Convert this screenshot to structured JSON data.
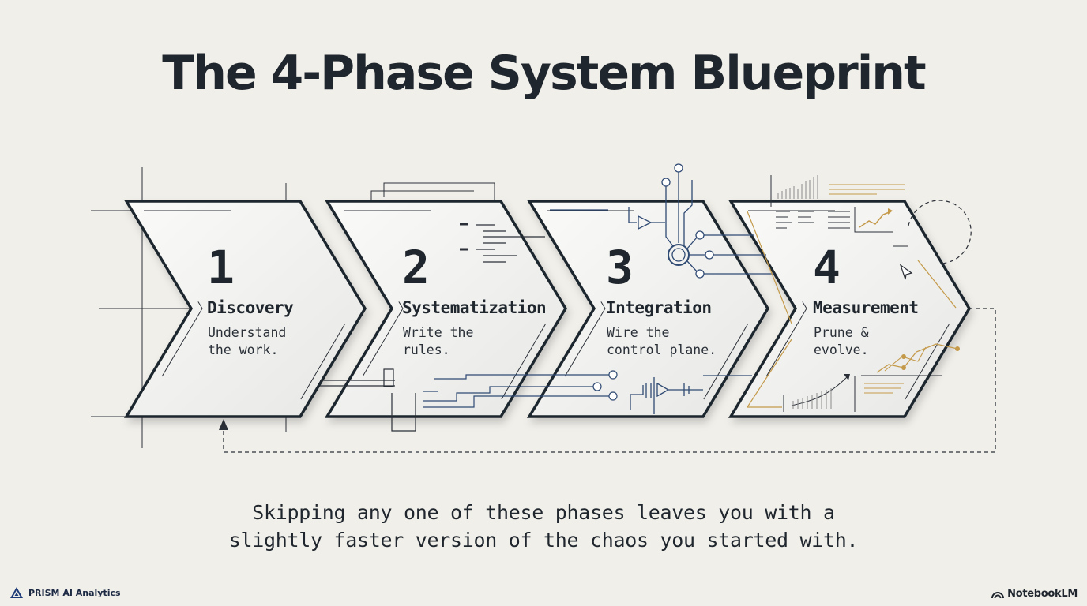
{
  "title": "The 4-Phase System Blueprint",
  "phases": [
    {
      "number": "1",
      "name": "Discovery",
      "description": "Understand\nthe work."
    },
    {
      "number": "2",
      "name": "Systematization",
      "description": "Write the\nrules."
    },
    {
      "number": "3",
      "name": "Integration",
      "description": "Wire the\ncontrol plane."
    },
    {
      "number": "4",
      "name": "Measurement",
      "description": "Prune &\nevolve."
    }
  ],
  "caption": "Skipping any one of these phases leaves you with a\nslightly faster version of the chaos you started with.",
  "branding": {
    "left": "PRISM AI Analytics",
    "right": "NotebookLM"
  },
  "colors": {
    "ink": "#1f262d",
    "blueprint_blue": "#2f4a73",
    "accent_gold": "#c49a4a",
    "background": "#f1efea"
  },
  "icons": {
    "left_brand": "prism-triangle-icon",
    "right_brand": "notebooklm-icon",
    "loop": "feedback-loop-arrow-icon"
  }
}
